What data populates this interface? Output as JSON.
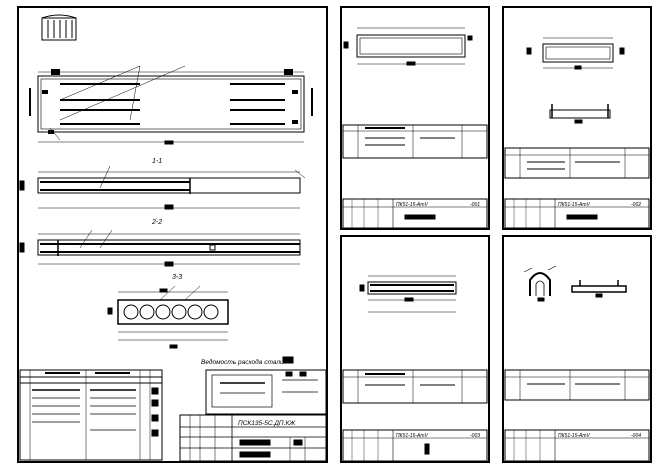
{
  "main_sheet": {
    "section_labels": [
      "1-1",
      "2-2",
      "3-3"
    ],
    "steel_schedule_caption": "Ведомость расхода стали",
    "title_block_code": "ПСК135-5С.ДП.КЖ"
  },
  "detail_sheets": [
    {
      "code": "ПК51-15-АтV",
      "sheet_no": "-001"
    },
    {
      "code": "ПК51-15-АтV",
      "sheet_no": "-002"
    },
    {
      "code": "ПК51-15-АтV",
      "sheet_no": "-003"
    },
    {
      "code": "ПК51-15-АтV",
      "sheet_no": "-004"
    }
  ],
  "colors": {
    "line": "#000000",
    "background": "#ffffff"
  }
}
